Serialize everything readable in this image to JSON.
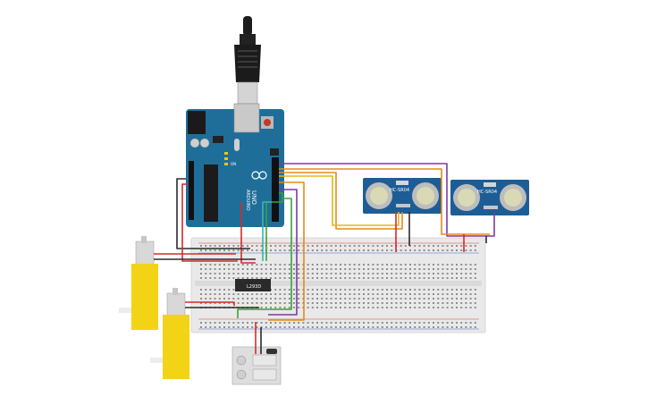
{
  "arduino": {
    "brand_text": "ARDUINO",
    "model_text": "UNO",
    "power_label": "ON"
  },
  "sensors": [
    {
      "label": "HC-SR04"
    },
    {
      "label": "HC-SR04"
    }
  ],
  "driver_chip": {
    "label": "L293D"
  },
  "colors": {
    "arduino_board": "#1f6e9a",
    "sensor_board": "#1d5d96",
    "breadboard": "#e9e9e9",
    "motor_yellow": "#f3d316",
    "wire_red": "#d62a2a",
    "wire_black": "#2b2b2b",
    "wire_orange": "#e58a1b",
    "wire_yellow": "#e8b51a",
    "wire_purple": "#7b3aa6",
    "wire_green": "#3aa23a",
    "wire_teal": "#36b5b5"
  }
}
